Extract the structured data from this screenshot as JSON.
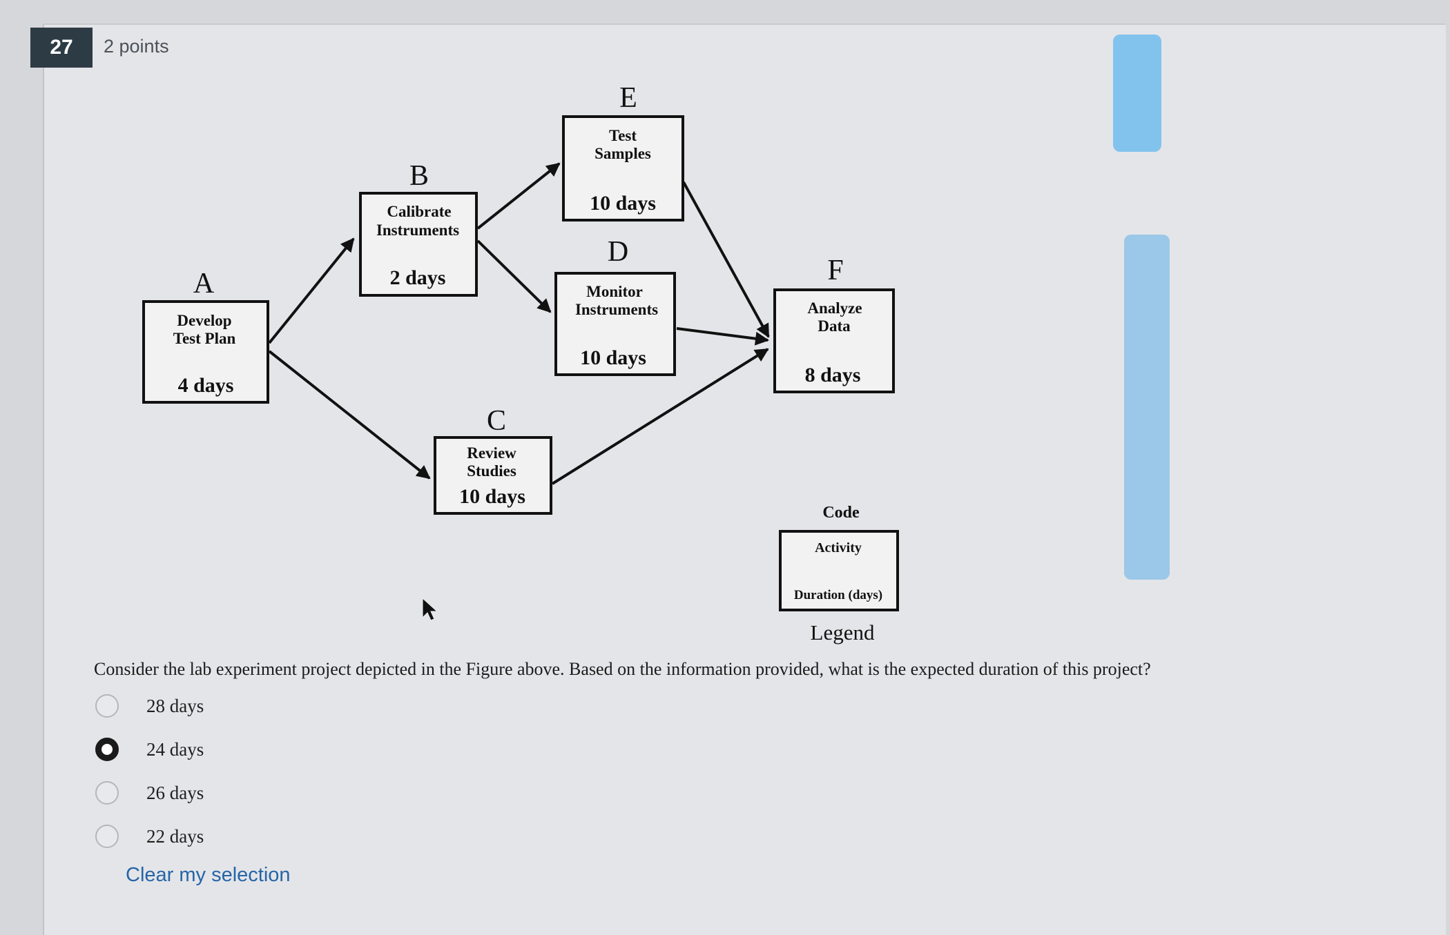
{
  "question": {
    "number": "27",
    "points": "2 points",
    "text": "Consider the lab experiment project depicted in the Figure above. Based on the information provided, what is the expected duration of this project?"
  },
  "diagram": {
    "nodes": {
      "A": {
        "code": "A",
        "line1": "Develop",
        "line2": "Test Plan",
        "duration": "4 days"
      },
      "B": {
        "code": "B",
        "line1": "Calibrate",
        "line2": "Instruments",
        "duration": "2 days"
      },
      "C": {
        "code": "C",
        "line1": "Review",
        "line2": "Studies",
        "duration": "10 days"
      },
      "D": {
        "code": "D",
        "line1": "Monitor",
        "line2": "Instruments",
        "duration": "10 days"
      },
      "E": {
        "code": "E",
        "line1": "Test",
        "line2": "Samples",
        "duration": "10 days"
      },
      "F": {
        "code": "F",
        "line1": "Analyze",
        "line2": "Data",
        "duration": "8 days"
      }
    },
    "edges": [
      [
        "A",
        "B"
      ],
      [
        "A",
        "C"
      ],
      [
        "B",
        "E"
      ],
      [
        "B",
        "D"
      ],
      [
        "E",
        "F"
      ],
      [
        "D",
        "F"
      ],
      [
        "C",
        "F"
      ]
    ],
    "legend": {
      "code": "Code",
      "activity": "Activity",
      "duration": "Duration (days)",
      "title": "Legend"
    }
  },
  "options": [
    {
      "label": "28 days",
      "selected": false
    },
    {
      "label": "24 days",
      "selected": true
    },
    {
      "label": "26 days",
      "selected": false
    },
    {
      "label": "22 days",
      "selected": false
    }
  ],
  "clear_label": "Clear my selection"
}
